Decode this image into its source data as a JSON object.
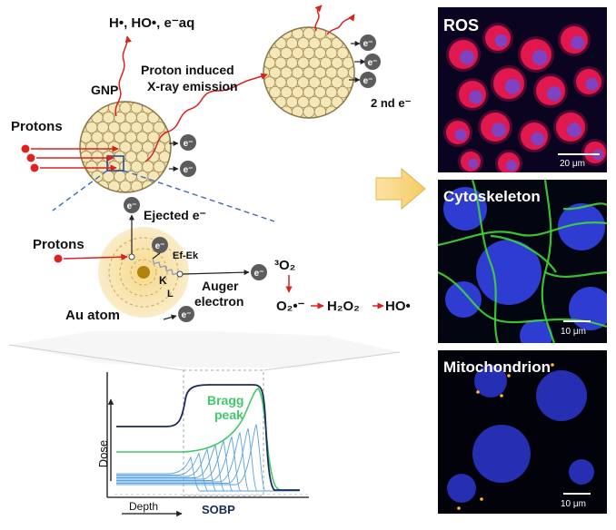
{
  "colors": {
    "proton": "#e0221f",
    "arrow_red": "#d9221e",
    "gnp_fill": "#f3dfa6",
    "gnp_edge": "#8a7a4c",
    "electron": "#5c5c5c",
    "bragg_green": "#3fc96a",
    "sobp_navy": "#1b2a5a",
    "stain_blue": "#2e3cd1",
    "stain_red": "#e0184e",
    "stain_green": "#3fd53a"
  },
  "top": {
    "radicals": "H•, HO•, e⁻aq",
    "gnp_label": "GNP",
    "xray_line1": "Proton induced",
    "xray_line2": "X-ray emission",
    "second_electron": "2 nd e⁻",
    "protons_label": "Protons"
  },
  "atom": {
    "ejected": "Ejected e⁻",
    "protons_label": "Protons",
    "energy_label": "Ef-Ek",
    "shell_k": "K",
    "shell_l": "L",
    "auger_line1": "Auger",
    "auger_line2": "electron",
    "atom_label": "Au atom",
    "electron_glyph": "e⁻"
  },
  "chemistry": {
    "oxygen": "³O₂",
    "superoxide": "O₂•⁻",
    "peroxide": "H₂O₂",
    "hydroxyl": "HO•"
  },
  "dose_plot": {
    "y_label": "Dose",
    "x_label": "Depth",
    "bragg_line1": "Bragg",
    "bragg_line2": "peak",
    "sobp_label": "SOBP"
  },
  "panels": [
    {
      "title": "ROS",
      "scale": "20 μm"
    },
    {
      "title": "Cytoskeleton",
      "scale": "10 μm"
    },
    {
      "title": "Mitochondrion",
      "scale": "10 μm"
    }
  ]
}
